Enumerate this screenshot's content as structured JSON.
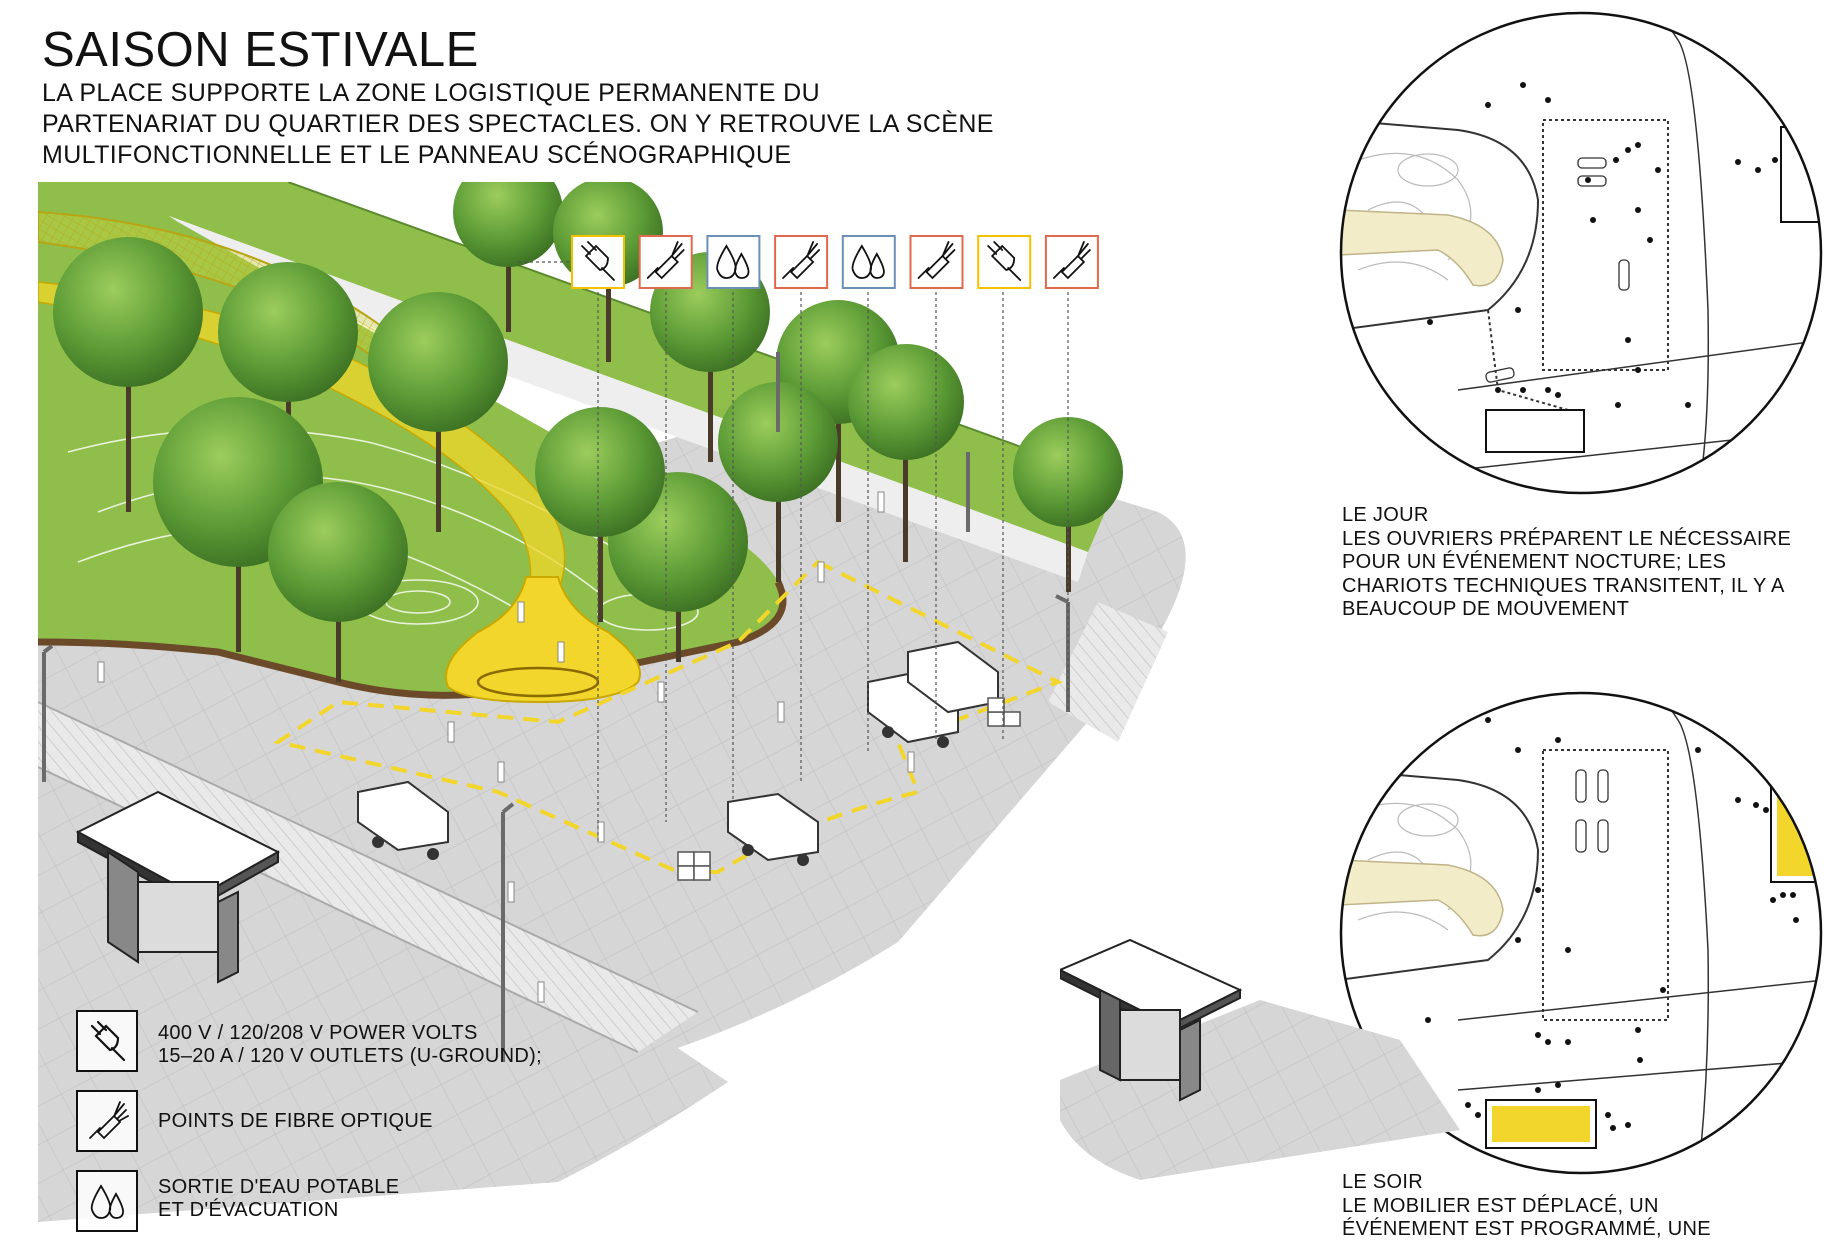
{
  "title": "SAISON ESTIVALE",
  "subtitle_lines": [
    "LA PLACE SUPPORTE LA ZONE LOGISTIQUE PERMANENTE DU",
    "PARTENARIAT DU QUARTIER DES SPECTACLES. ON Y RETROUVE LA SCÈNE",
    "MULTIFONCTIONNELLE ET LE PANNEAU SCÉNOGRAPHIQUE"
  ],
  "colors": {
    "yellow": "#f2d62b",
    "grass": "#8fbf4a",
    "tree": "#4e8a2e",
    "pavement": "#d9d9d9",
    "power_frame": "#f2c200",
    "fiber_frame": "#e06a4d",
    "water_frame": "#6b8fb5",
    "pale_yellow": "#f3ecc8"
  },
  "top_icons": [
    {
      "icon": "plug-icon",
      "type": "power"
    },
    {
      "icon": "fiber-icon",
      "type": "fiber"
    },
    {
      "icon": "water-drops-icon",
      "type": "water"
    },
    {
      "icon": "fiber-icon",
      "type": "fiber"
    },
    {
      "icon": "water-drops-icon",
      "type": "water"
    },
    {
      "icon": "fiber-icon",
      "type": "fiber"
    },
    {
      "icon": "plug-icon",
      "type": "power"
    },
    {
      "icon": "fiber-icon",
      "type": "fiber"
    }
  ],
  "legend": {
    "power": {
      "icon": "plug-icon",
      "line1": "400 V / 120/208 V POWER VOLTS",
      "line2": "15–20 A / 120 V OUTLETS (U-GROUND);"
    },
    "fiber": {
      "icon": "fiber-icon",
      "line1": "POINTS DE FIBRE OPTIQUE"
    },
    "water": {
      "icon": "water-drops-icon",
      "line1": "SORTIE D'EAU POTABLE",
      "line2": "ET D'ÉVACUATION"
    }
  },
  "day": {
    "heading": "LE JOUR",
    "lines": [
      "LES OUVRIERS PRÉPARENT LE NÉCESSAIRE",
      "POUR UN ÉVÉNEMENT NOCTURE; LES",
      "CHARIOTS TECHNIQUES TRANSITENT, IL Y A",
      "BEAUCOUP DE MOUVEMENT"
    ]
  },
  "night": {
    "heading": "LE SOIR",
    "lines": [
      "LE MOBILIER EST DÉPLACÉ, UN",
      "ÉVÉNEMENT EST PROGRAMMÉ, UNE"
    ]
  }
}
